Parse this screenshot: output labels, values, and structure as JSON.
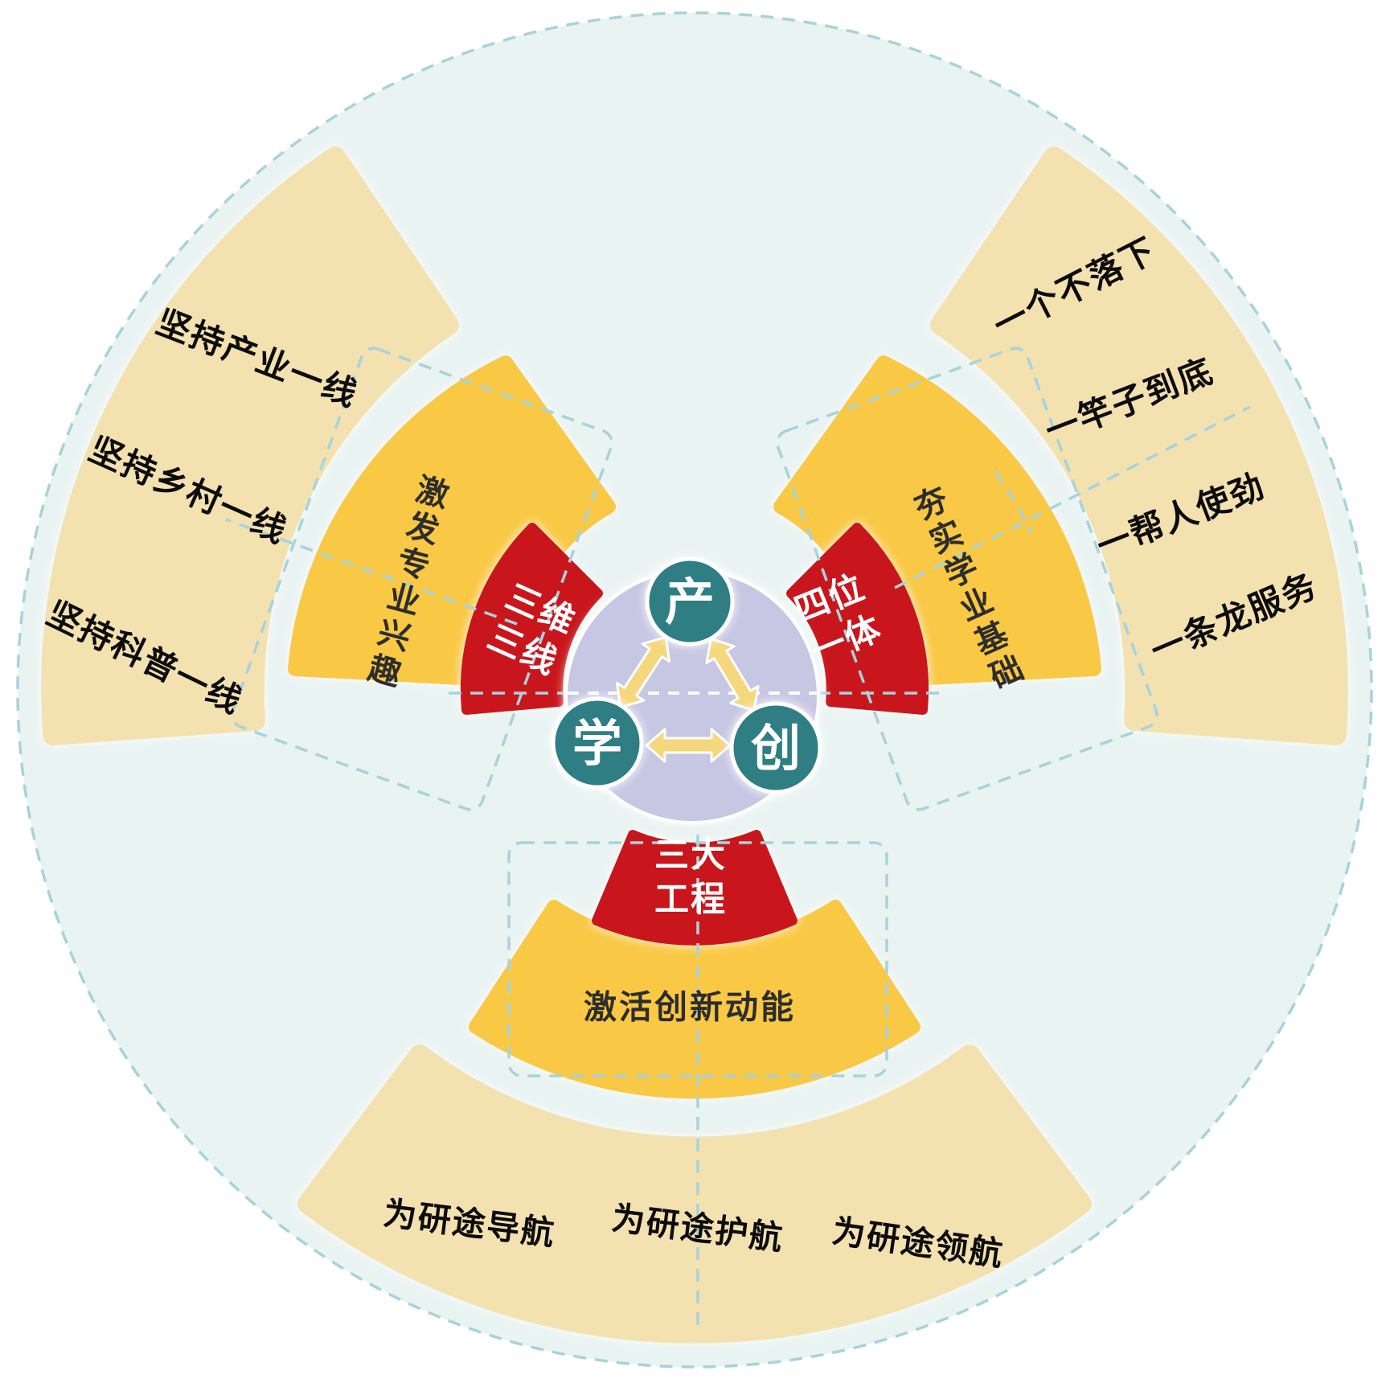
{
  "hub": {
    "nodes": [
      "产",
      "学",
      "创"
    ]
  },
  "branches": {
    "left": {
      "badge": [
        "三维",
        "三线"
      ],
      "wedge_label": "激发专业兴趣",
      "rays": [
        "坚持产业一线",
        "坚持乡村一线",
        "坚持科普一线"
      ]
    },
    "right": {
      "badge": [
        "四位",
        "一体"
      ],
      "wedge_label": "夯实学业基础",
      "rays": [
        "一个不落下",
        "一竿子到底",
        "一帮人使劲",
        "一条龙服务"
      ]
    },
    "bottom": {
      "badge": [
        "三大",
        "工程"
      ],
      "wedge_label": "激活创新动能",
      "rays": [
        "为研途导航",
        "为研途护航",
        "为研途领航"
      ]
    }
  },
  "colors": {
    "background_circle": "#E9F3F1",
    "outer_wedge": "#F3E1B0",
    "inner_wedge": "#F9C845",
    "badge_red": "#C9141B",
    "hub_fill": "#C7C6E3",
    "node_teal": "#2E7E83",
    "arrow_yellow": "#F5D77C",
    "dashed_line": "#A7D3DB",
    "label_ink": "#111111"
  }
}
